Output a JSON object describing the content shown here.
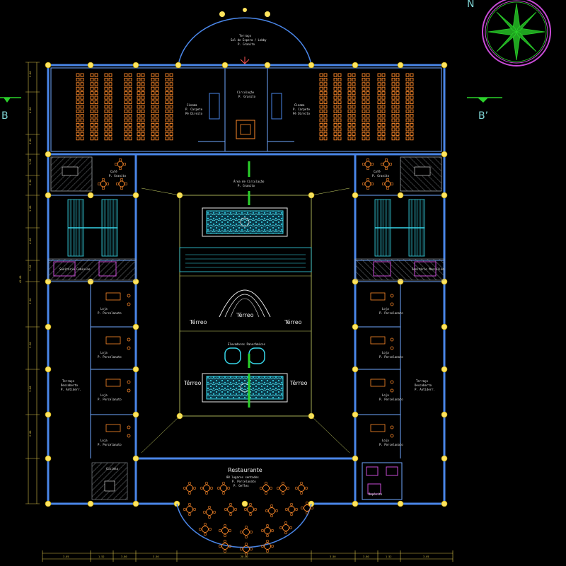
{
  "section_marks": {
    "left": "B",
    "right": "B’",
    "north": "N"
  },
  "central": {
    "circulation": "Área de Circulação",
    "circulation_sub": "P. Granito",
    "terreo_labels": [
      "Térreo",
      "Térreo",
      "Térreo",
      "Térreo",
      "Térreo"
    ],
    "plaza_label": "Elevadores Panorâmicos"
  },
  "rooms": {
    "auditorium_left": [
      "Cinema",
      "P. Carpete",
      "Pé Direito"
    ],
    "auditorium_right": [
      "Cinema",
      "P. Carpete",
      "Pé Direito"
    ],
    "hall_top": [
      "Circulação",
      "P. Granito"
    ],
    "entrance_top": [
      "Terraço",
      "Sal de Espera / Lobby",
      "P. Granito"
    ],
    "cafe_left": [
      "Café",
      "P. Granito"
    ],
    "cafe_right": [
      "Café",
      "P. Granito"
    ],
    "restrooms_left": "Sanitário Feminino",
    "restrooms_right": "Sanitário Masculino",
    "terrace_left": [
      "Terraço",
      "Descoberto",
      "P. Antiderr."
    ],
    "terrace_right": [
      "Terraço",
      "Descoberto",
      "P. Antiderr."
    ],
    "shop_label": "Loja",
    "shop_sub": "P. Porcelanato",
    "kitchen": "Cozinha",
    "deposit": "Depósito",
    "restaurant": "Restaurante",
    "restaurant_sub": [
      "88 lugares sentados",
      "P. Porcelanato",
      "P. Geflex"
    ]
  },
  "dims": {
    "bottom": [
      "3.05",
      "1.52",
      "3.80",
      "3.50",
      "28.00",
      "3.50",
      "3.80",
      "1.52",
      "3.05"
    ],
    "left_total": "45.00",
    "left_parts": [
      "2.00",
      "4.00",
      "3.00",
      "1.50",
      "2.50",
      "3.00",
      "4.00",
      "3.50",
      "3.50",
      "3.50",
      "3.00",
      "2.00"
    ]
  },
  "colors": {
    "wall": "#4a86e8",
    "wall_light": "#6fa8ff",
    "column": "#ffe45c",
    "seat": "#ff8a2a",
    "green": "#2bd12b",
    "cyan": "#37d6e8",
    "magenta": "#c84bd6",
    "hatch": "#9aa0a6",
    "dim": "#d9c24a"
  }
}
